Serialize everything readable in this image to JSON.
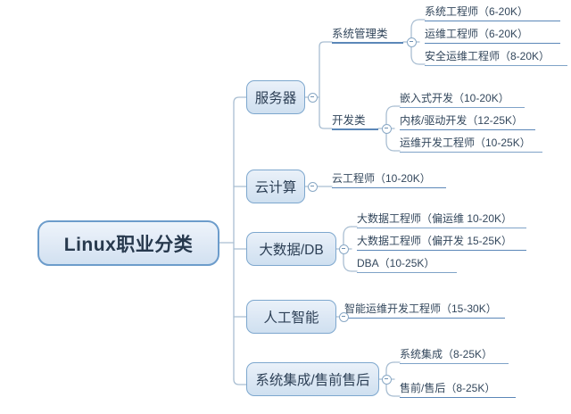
{
  "diagram": {
    "title": "Linux职业分类",
    "type": "mindmap",
    "background": "#ffffff",
    "node_fill": "#dbe7f4",
    "node_border": "#7da7ce",
    "line_color": "#9fb6cc",
    "underline_color": "#5b87b8",
    "text_color": "#2c3f55"
  },
  "root": {
    "label": "Linux职业分类"
  },
  "branches": [
    {
      "label": "服务器",
      "groups": [
        {
          "label": "系统管理类",
          "leaves": [
            {
              "label": "系统工程师（6-20K）"
            },
            {
              "label": "运维工程师（6-20K）"
            },
            {
              "label": "安全运维工程师（8-20K）"
            }
          ]
        },
        {
          "label": "开发类",
          "leaves": [
            {
              "label": "嵌入式开发（10-20K）"
            },
            {
              "label": "内核/驱动开发（12-25K）"
            },
            {
              "label": "运维开发工程师（10-25K）"
            }
          ]
        }
      ]
    },
    {
      "label": "云计算",
      "leaves": [
        {
          "label": "云工程师（10-20K）"
        }
      ]
    },
    {
      "label": "大数据/DB",
      "leaves": [
        {
          "label": "大数据工程师（偏运维 10-20K）"
        },
        {
          "label": "大数据工程师（偏开发 15-25K）"
        },
        {
          "label": "DBA（10-25K）"
        }
      ]
    },
    {
      "label": "人工智能",
      "leaves": [
        {
          "label": "智能运维开发工程师（15-30K）"
        }
      ]
    },
    {
      "label": "系统集成/售前售后",
      "leaves": [
        {
          "label": "系统集成（8-25K）"
        },
        {
          "label": "售前/售后（8-25K）"
        }
      ]
    }
  ]
}
